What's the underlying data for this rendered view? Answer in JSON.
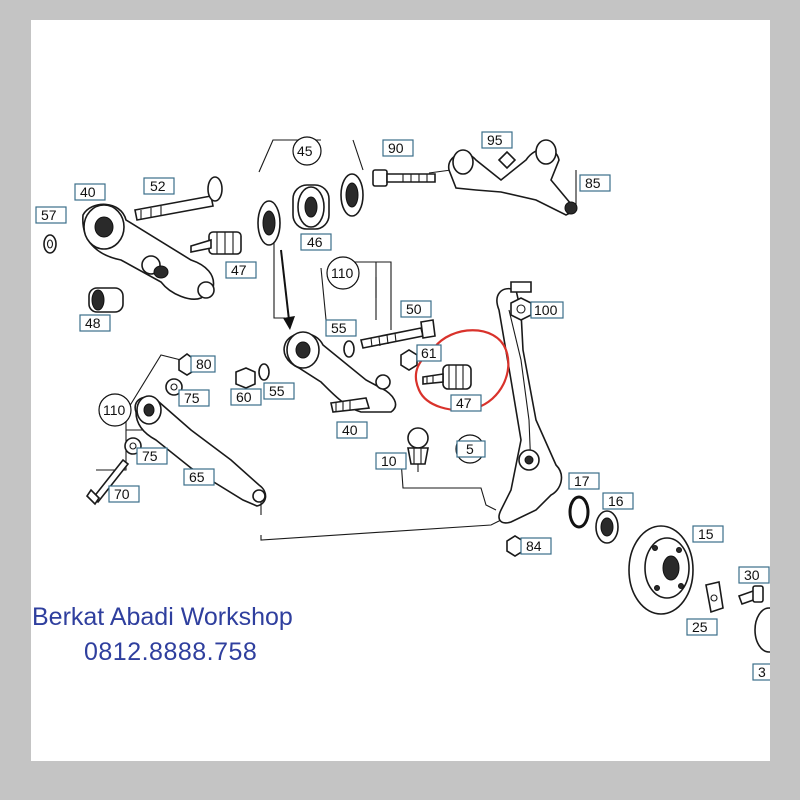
{
  "watermark": {
    "line1": "Berkat Abadi Workshop",
    "line2": "0812.8888.758"
  },
  "callouts": [
    "40",
    "52",
    "57",
    "47",
    "48",
    "45",
    "46",
    "90",
    "95",
    "85",
    "110",
    "55",
    "50",
    "100",
    "60",
    "80",
    "75",
    "61",
    "47",
    "40",
    "5",
    "10",
    "110",
    "75",
    "65",
    "70",
    "17",
    "16",
    "84",
    "15",
    "30",
    "25",
    "3"
  ],
  "highlight": {
    "color": "#d9322b",
    "target": "47"
  },
  "colors": {
    "label_box": "#3b6f8a",
    "watermark": "#2f3f9e",
    "frame": "#c4c4c4"
  }
}
